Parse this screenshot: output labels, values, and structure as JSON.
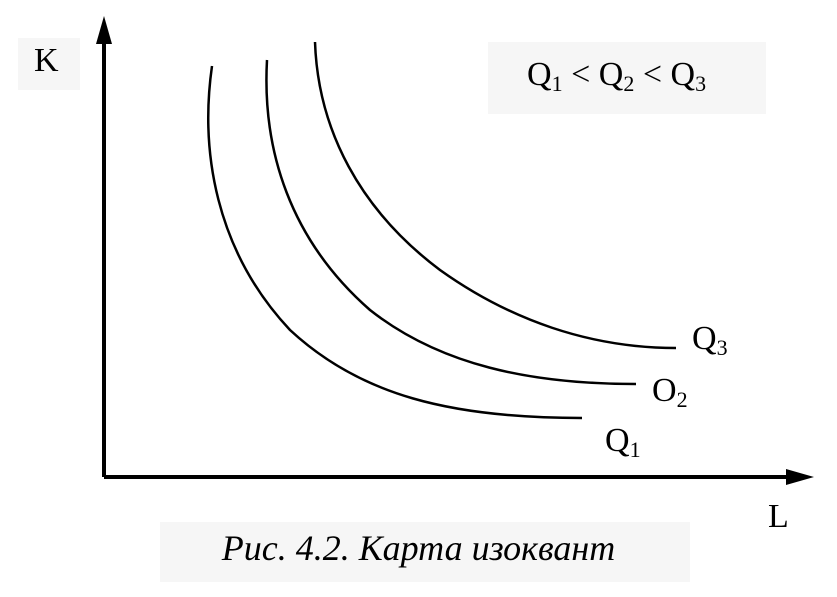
{
  "axes": {
    "y_label": "K",
    "x_label": "L"
  },
  "relation": {
    "q1": "Q",
    "s1": "1",
    "op1": " < ",
    "q2": "Q",
    "s2": "2",
    "op2": " < ",
    "q3": "Q",
    "s3": "3"
  },
  "curves": [
    {
      "letter": "Q",
      "sub": "1"
    },
    {
      "letter": "O",
      "sub": "2"
    },
    {
      "letter": "Q",
      "sub": "3"
    }
  ],
  "caption": "Рис. 4.2. Карта изоквант",
  "colors": {
    "stroke": "#000000",
    "background": "#ffffff"
  }
}
